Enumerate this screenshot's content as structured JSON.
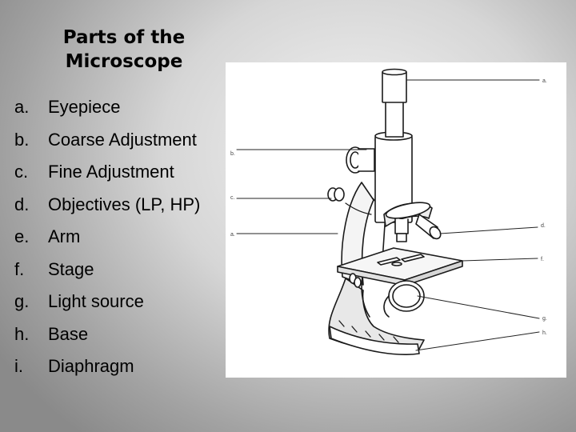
{
  "slide": {
    "title_line1": "Parts of the",
    "title_line2": "Microscope"
  },
  "parts": [
    {
      "letter": "a.",
      "label": "Eyepiece"
    },
    {
      "letter": "b.",
      "label": "Coarse Adjustment"
    },
    {
      "letter": "c.",
      "label": "Fine Adjustment"
    },
    {
      "letter": "d.",
      "label": "Objectives (LP, HP)"
    },
    {
      "letter": "e.",
      "label": "Arm"
    },
    {
      "letter": "f.",
      "label": "Stage"
    },
    {
      "letter": "g.",
      "label": "Light source"
    },
    {
      "letter": "h.",
      "label": "Base"
    },
    {
      "letter": "i.",
      "label": "Diaphragm"
    }
  ],
  "diagram_labels": {
    "a_right": "a.",
    "b_left": "b.",
    "c_left": "c.",
    "a_left": "a.",
    "d_right": "d.",
    "f_right": "f.",
    "g_right": "g.",
    "h_right": "h."
  }
}
